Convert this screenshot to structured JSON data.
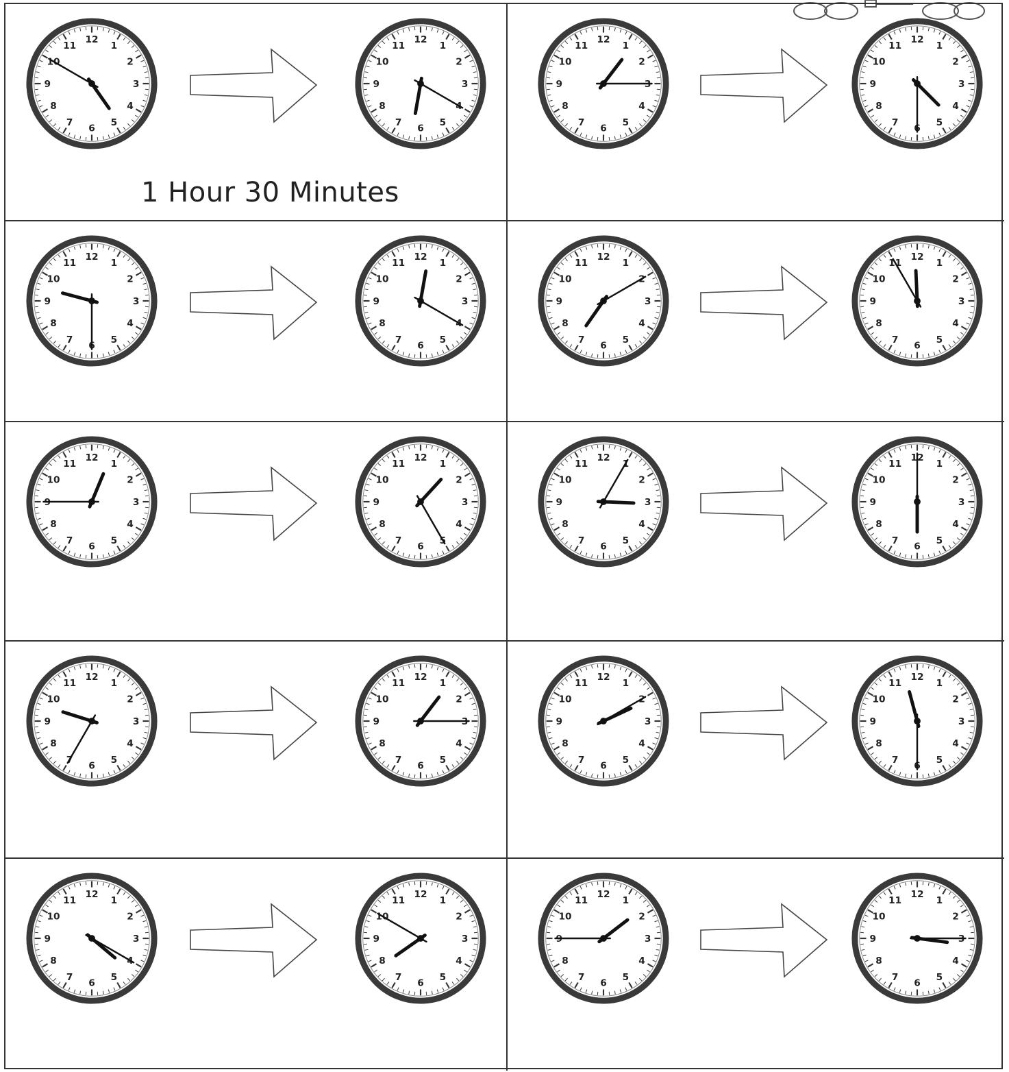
{
  "dial_numbers": [
    "12",
    "1",
    "2",
    "3",
    "4",
    "5",
    "6",
    "7",
    "8",
    "9",
    "10",
    "11"
  ],
  "problems": [
    {
      "start": {
        "h": 4,
        "m": 50
      },
      "end": {
        "h": 6,
        "m": 20
      },
      "answer": "1 Hour 30 Minutes"
    },
    {
      "start": {
        "h": 1,
        "m": 15
      },
      "end": {
        "h": 4,
        "m": 30
      },
      "answer": ""
    },
    {
      "start": {
        "h": 9,
        "m": 30
      },
      "end": {
        "h": 12,
        "m": 20
      },
      "answer": ""
    },
    {
      "start": {
        "h": 7,
        "m": 10
      },
      "end": {
        "h": 11,
        "m": 55
      },
      "answer": ""
    },
    {
      "start": {
        "h": 12,
        "m": 45
      },
      "end": {
        "h": 1,
        "m": 25
      },
      "answer": ""
    },
    {
      "start": {
        "h": 3,
        "m": 5
      },
      "end": {
        "h": 6,
        "m": 0
      },
      "answer": ""
    },
    {
      "start": {
        "h": 9,
        "m": 35
      },
      "end": {
        "h": 1,
        "m": 15
      },
      "answer": ""
    },
    {
      "start": {
        "h": 2,
        "m": 10
      },
      "end": {
        "h": 11,
        "m": 30
      },
      "answer": ""
    },
    {
      "start": {
        "h": 4,
        "m": 20
      },
      "end": {
        "h": 7,
        "m": 50
      },
      "answer": ""
    },
    {
      "start": {
        "h": 1,
        "m": 45
      },
      "end": {
        "h": 3,
        "m": 15
      },
      "answer": ""
    }
  ],
  "icons": {
    "arrow": "right-arrow-outline-icon",
    "decoration": "clip-art-decoration-icon"
  }
}
